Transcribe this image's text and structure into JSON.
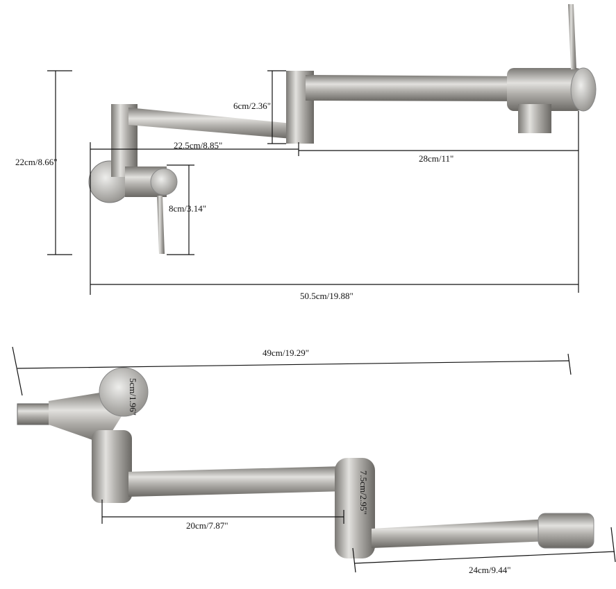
{
  "top_view": {
    "dimensions": {
      "total_height": "22cm/8.66\"",
      "joint_height": "6cm/2.36\"",
      "first_arm_length": "22.5cm/8.85\"",
      "second_arm_length": "28cm/11\"",
      "handle_height": "8cm/3.14\"",
      "total_length": "50.5cm/19.88\""
    }
  },
  "bottom_view": {
    "dimensions": {
      "total_length": "49cm/19.29\"",
      "body_diameter": "5cm/1.96\"",
      "first_arm_length": "20cm/7.87\"",
      "joint_length": "7.5cm/2.95\"",
      "second_arm_length": "24cm/9.44\""
    }
  },
  "colors": {
    "metal_light": "#e4e4e2",
    "metal_mid": "#a9a7a3",
    "metal_dark": "#6d6b67",
    "line": "#111111"
  }
}
